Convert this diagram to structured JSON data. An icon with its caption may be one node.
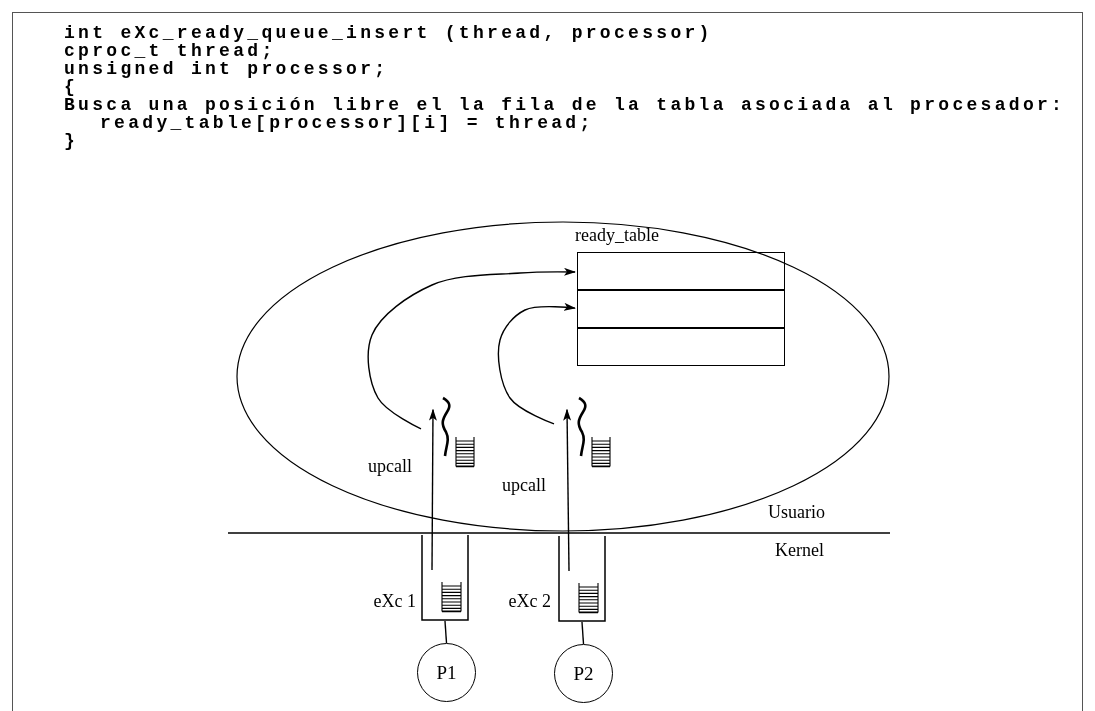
{
  "diagram": {
    "nodes": [
      {
        "text": [],
        "shape": "ellipse"
      },
      {
        "text": [
          "ready_table"
        ],
        "in": 0
      },
      {
        "text": [],
        "shape": "box",
        "in": 1
      },
      {
        "text": [],
        "shape": "box",
        "in": 1
      },
      {
        "text": [],
        "shape": "box",
        "in": 1
      },
      {
        "text": [],
        "shape": "picture",
        "in": 0
      },
      {
        "text": [],
        "shape": "picture",
        "in": 0
      },
      {
        "text": [],
        "shape": "box",
        "beside": [
          "eXc 1"
        ]
      },
      {
        "text": [],
        "shape": "box",
        "beside": [
          "eXc 2"
        ]
      },
      {
        "text": [
          "P1"
        ]
      },
      {
        "text": [
          "P2"
        ]
      }
    ],
    "edges": [
      {
        "from": 5,
        "to": 2,
        "arrow": "to"
      },
      {
        "from": 6,
        "to": 3,
        "arrow": "to"
      },
      {
        "from": 7,
        "to": 5,
        "arrow": "to",
        "label": "upcall"
      },
      {
        "from": 8,
        "to": 6,
        "arrow": "to",
        "label": "upcall"
      },
      {
        "from": 9,
        "to": 7,
        "arrow": "none"
      },
      {
        "from": 10,
        "to": 8,
        "arrow": "none"
      }
    ],
    "labels": [
      "int eXc_ready_queue_insert (thread, processor)",
      "cproc_t thread;",
      "unsigned int processor;",
      "{",
      "Busca una posición libre el la fila de la tabla asociada al procesador:",
      "ready_table[processor][i] = thread;",
      "}",
      "Usuario",
      "Kernel"
    ]
  }
}
